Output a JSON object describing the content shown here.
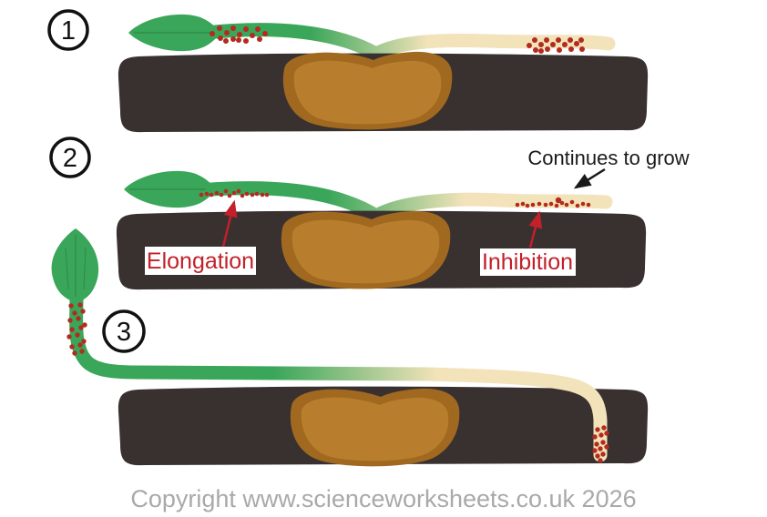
{
  "diagram": {
    "stages": [
      {
        "number": "1"
      },
      {
        "number": "2"
      },
      {
        "number": "3"
      }
    ],
    "annotations": {
      "continues_to_grow": "Continues to grow",
      "elongation": "Elongation",
      "inhibition": "Inhibition"
    }
  },
  "footer": {
    "copyright": "Copyright www.scienceworksheets.co.uk 2026"
  },
  "colors": {
    "shoot_green": "#39a659",
    "leaf_vein_green": "#2e8a4a",
    "root_cream": "#f3e3ba",
    "soil_dark": "#393130",
    "seed_outer_brown": "#a1691f",
    "seed_inner_brown": "#b87e2d",
    "auxin_dot_red": "#b32b1e",
    "label_red": "#c2202a",
    "annotation_black": "#1a1a1a",
    "copyright_gray": "#a9a9a9"
  }
}
